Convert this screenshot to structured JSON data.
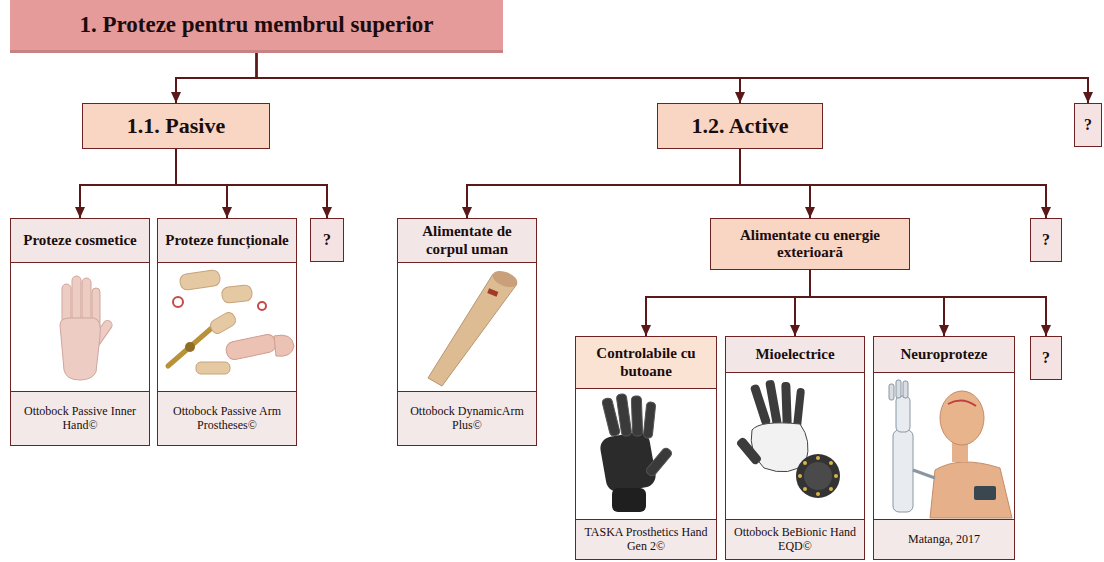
{
  "diagram": {
    "nodes": [
      {
        "text": [
          "1. Proteze pentru membrul superior"
        ]
      },
      {
        "text": [
          "1.1. Pasive"
        ]
      },
      {
        "text": [
          "1.2. Active"
        ]
      },
      {
        "text": [
          "?"
        ]
      },
      {
        "text": [
          "Proteze cosmetice",
          "Ottobock Passive Inner Hand©"
        ]
      },
      {
        "text": [
          "Proteze funcționale",
          "Ottobock Passive Arm Prostheses©"
        ]
      },
      {
        "text": [
          "?"
        ]
      },
      {
        "text": [
          "Alimentate de corpul uman",
          "Ottobock DynamicArm Plus©"
        ]
      },
      {
        "text": [
          "Alimentate cu energie exterioară"
        ]
      },
      {
        "text": [
          "?"
        ]
      },
      {
        "text": [
          "Controlabile cu butoane",
          "TASKA Prosthetics Hand Gen 2©"
        ]
      },
      {
        "text": [
          "Mioelectrice",
          "Ottobock BeBionic Hand EQD©"
        ]
      },
      {
        "text": [
          "Neuroproteze",
          "Matanga, 2017"
        ]
      },
      {
        "text": [
          "?"
        ]
      }
    ],
    "edges": [
      {
        "from": 0,
        "to": 1,
        "arrow": "to"
      },
      {
        "from": 0,
        "to": 2,
        "arrow": "to"
      },
      {
        "from": 0,
        "to": 3,
        "arrow": "to"
      },
      {
        "from": 1,
        "to": 4,
        "arrow": "to"
      },
      {
        "from": 1,
        "to": 5,
        "arrow": "to"
      },
      {
        "from": 1,
        "to": 6,
        "arrow": "to"
      },
      {
        "from": 2,
        "to": 7,
        "arrow": "to"
      },
      {
        "from": 2,
        "to": 8,
        "arrow": "to"
      },
      {
        "from": 2,
        "to": 9,
        "arrow": "to"
      },
      {
        "from": 8,
        "to": 10,
        "arrow": "to"
      },
      {
        "from": 8,
        "to": 11,
        "arrow": "to"
      },
      {
        "from": 8,
        "to": 12,
        "arrow": "to"
      },
      {
        "from": 8,
        "to": 13,
        "arrow": "to"
      }
    ]
  }
}
